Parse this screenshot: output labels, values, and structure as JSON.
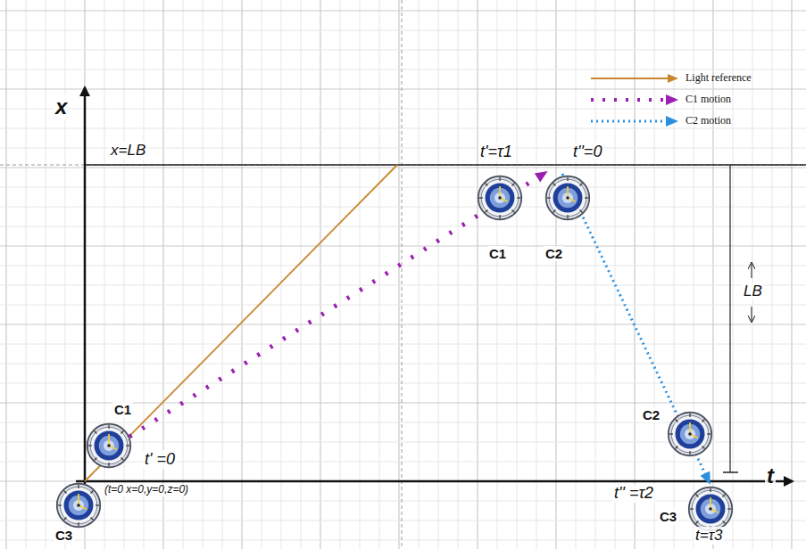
{
  "diagram": {
    "labels": [
      "x",
      "t",
      "x=LB",
      "t'=τ1",
      "t''=0",
      "C1",
      "C2",
      "C1",
      "t' =0",
      "(t=0 x=0,y=0,z=0)",
      "C3",
      "LB",
      "C2",
      "t'' =τ2",
      "C3",
      "t=τ3"
    ],
    "legend": [
      {
        "text": "Light reference"
      },
      {
        "text": "C1 motion"
      },
      {
        "text": "C2 motion"
      }
    ]
  }
}
